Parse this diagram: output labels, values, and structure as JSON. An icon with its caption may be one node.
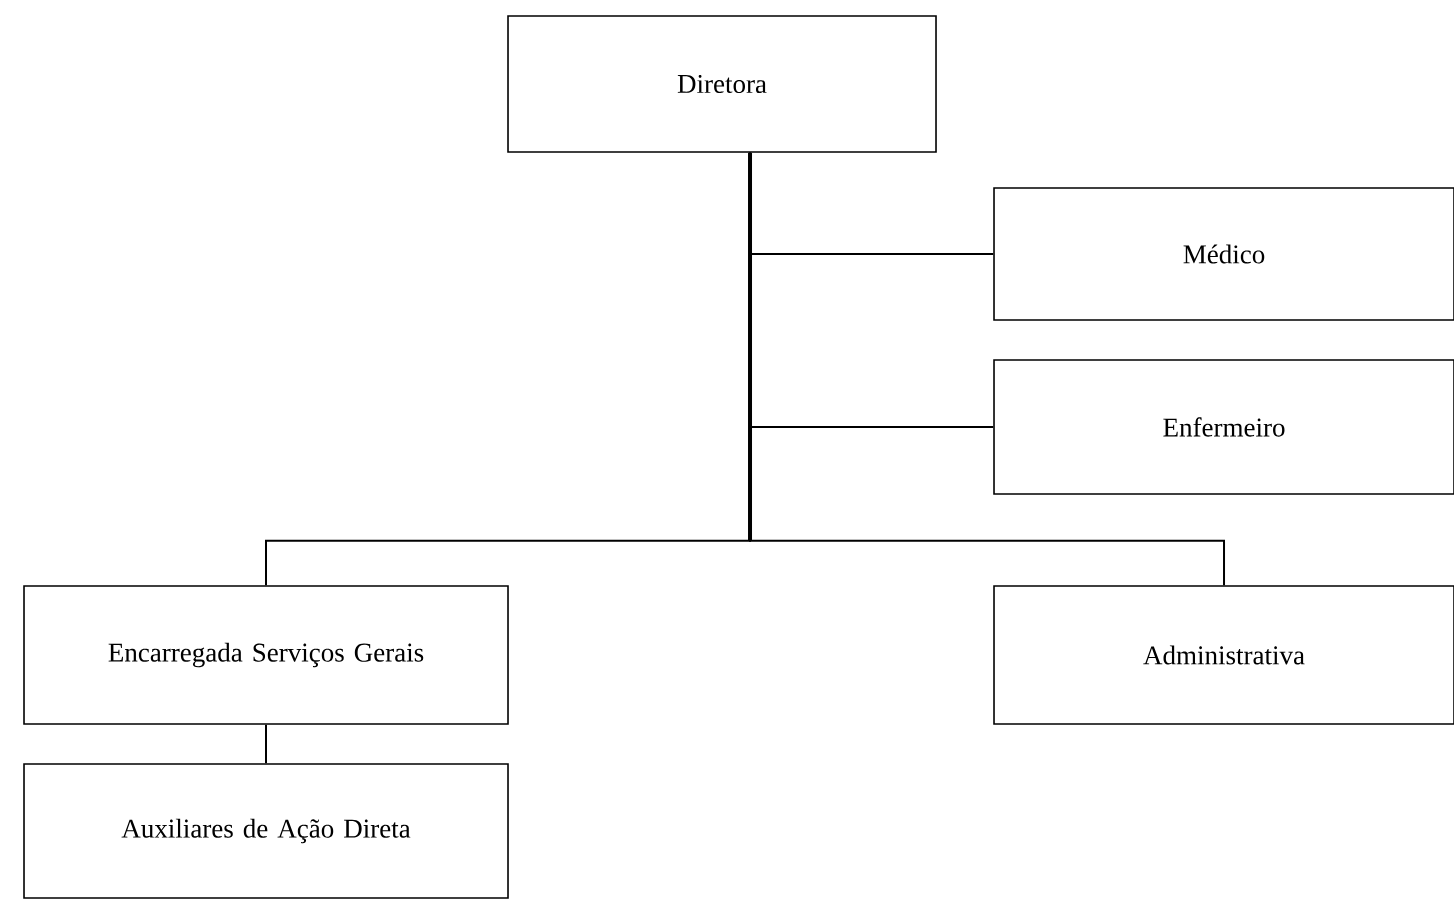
{
  "diagram": {
    "nodes": [
      {
        "text": [
          "Diretora"
        ]
      },
      {
        "text": [
          "Médico"
        ]
      },
      {
        "text": [
          "Enfermeiro"
        ]
      },
      {
        "text": [
          "Encarregada Serviços Gerais"
        ]
      },
      {
        "text": [
          "Administrativa"
        ]
      },
      {
        "text": [
          "Auxiliares de Ação Direta"
        ]
      }
    ],
    "edges": [
      {
        "from": 0,
        "to": 1,
        "arrow": "none"
      },
      {
        "from": 0,
        "to": 2,
        "arrow": "none"
      },
      {
        "from": 0,
        "to": 3,
        "arrow": "none"
      },
      {
        "from": 0,
        "to": 4,
        "arrow": "none"
      },
      {
        "from": 3,
        "to": 5,
        "arrow": "none"
      }
    ]
  }
}
